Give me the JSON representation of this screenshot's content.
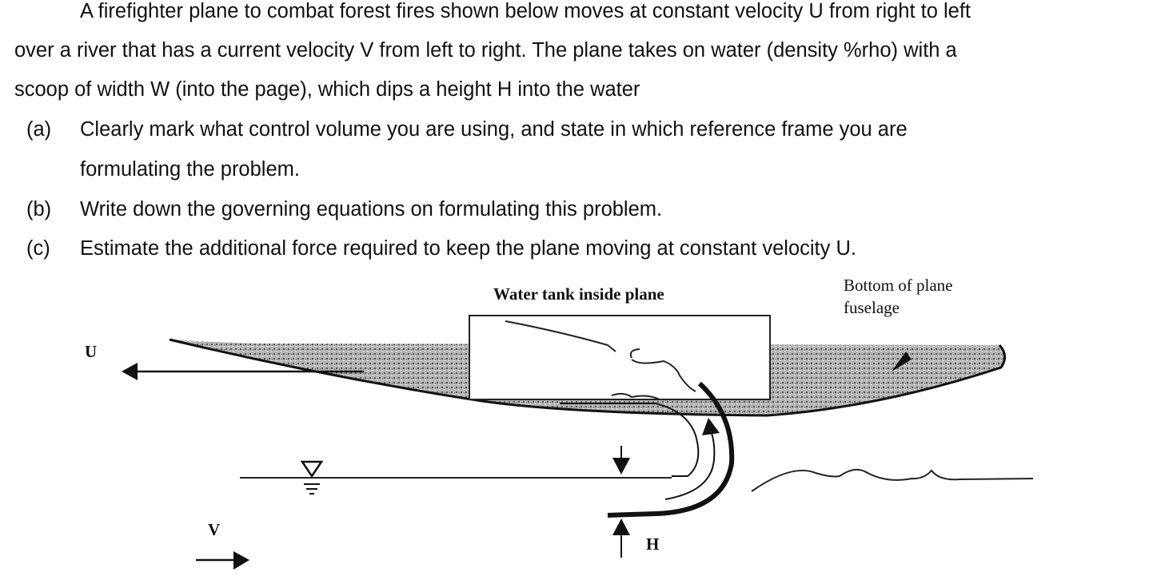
{
  "problem": {
    "intro_lines": [
      "A firefighter plane to combat forest fires shown below moves at constant velocity U from right to left",
      "over a river that has a current velocity V from left to right. The plane takes on water (density %rho) with a",
      "scoop of width W (into the page), which dips a height H into the water"
    ],
    "parts": [
      {
        "label": "(a)",
        "lines": [
          "Clearly mark what control volume you are using, and state in which reference frame you are",
          "formulating the problem."
        ]
      },
      {
        "label": "(b)",
        "lines": [
          "Write down the governing equations on formulating this problem."
        ]
      },
      {
        "label": "(c)",
        "lines": [
          "Estimate the additional force required to keep the plane moving at constant velocity U."
        ]
      }
    ]
  },
  "diagram": {
    "tank_label": "Water tank inside plane",
    "fuselage_label_lines": [
      "Bottom of plane",
      "fuselage"
    ],
    "u_label": "U",
    "v_label": "V",
    "h_label": "H"
  }
}
